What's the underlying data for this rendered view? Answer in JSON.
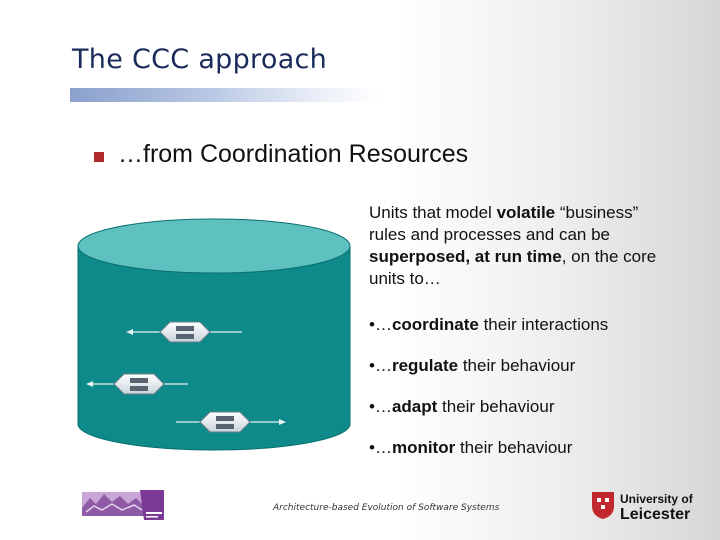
{
  "slide": {
    "title": "The CCC approach",
    "bullet": "…from Coordination Resources",
    "description": {
      "p1": "Units that model ",
      "b1": "volatile",
      "p2": " “business” rules and processes and can be ",
      "b2": "superposed, at run time",
      "p3": ", on the core units to…"
    },
    "points": [
      {
        "prefix": "•…",
        "bold": "coordinate",
        "rest": " their interactions"
      },
      {
        "prefix": "•…",
        "bold": "regulate",
        "rest": " their behaviour"
      },
      {
        "prefix": "•…",
        "bold": "adapt",
        "rest": " their behaviour"
      },
      {
        "prefix": "•…",
        "bold": "monitor",
        "rest": " their behaviour"
      }
    ],
    "footer": "Architecture-based Evolution of Software Systems",
    "university": {
      "line1": "University of",
      "line2": "Leicester"
    }
  },
  "colors": {
    "title": "#1a2a5a",
    "bullet": "#b22a2a",
    "cylinder_body": "#0e8a8a",
    "cylinder_top": "#5fc0c0",
    "university_red": "#c0282d"
  },
  "icons": [
    "database-cylinder-icon",
    "coordination-unit-icon",
    "leicester-crest-icon",
    "conference-logo-icon"
  ]
}
